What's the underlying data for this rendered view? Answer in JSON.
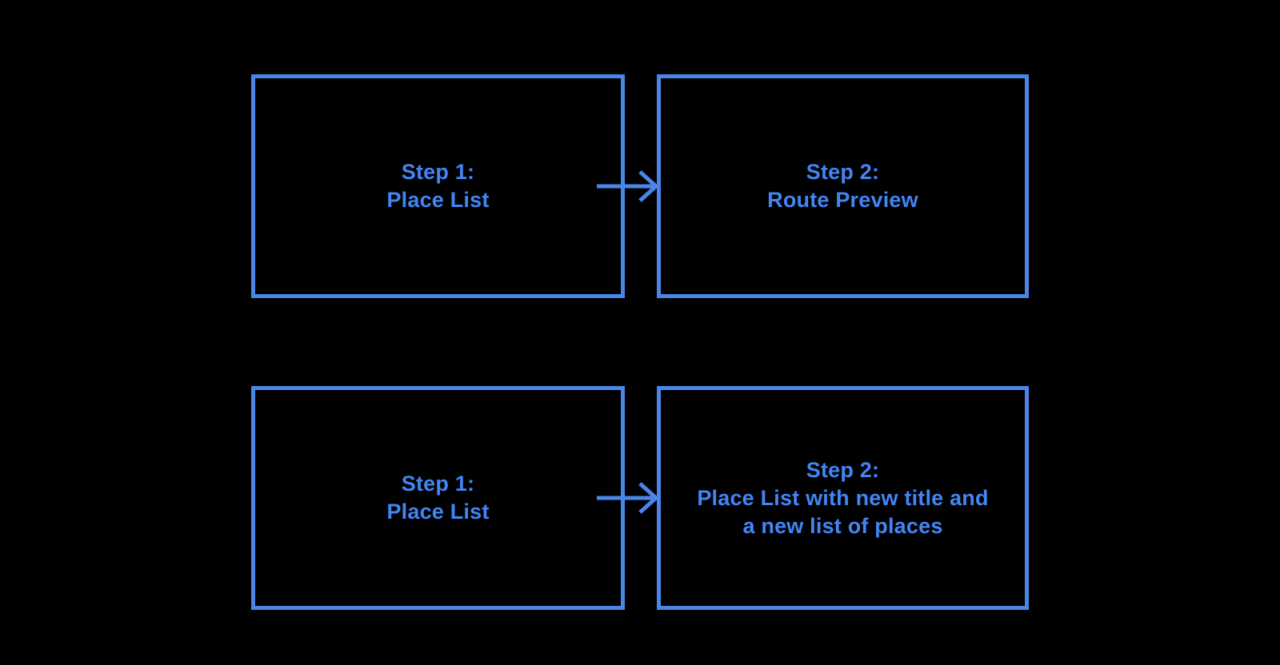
{
  "colors": {
    "background": "#000000",
    "shape_stroke": "#4a86e8",
    "text": "#4285f4"
  },
  "flows": [
    {
      "source": {
        "lines": [
          "Step 1:",
          "Place List"
        ]
      },
      "target": {
        "lines": [
          "Step 2:",
          "Route Preview"
        ]
      }
    },
    {
      "source": {
        "lines": [
          "Step 1:",
          "Place List"
        ]
      },
      "target": {
        "lines": [
          "Step 2:",
          "Place List with new title and",
          "a new list of places"
        ]
      }
    }
  ]
}
